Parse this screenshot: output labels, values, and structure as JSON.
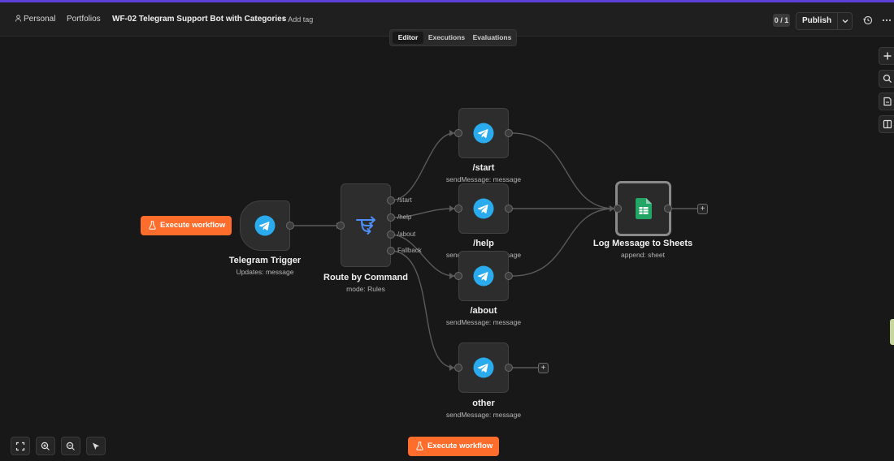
{
  "header": {
    "project": "Personal",
    "folder": "Portfolios",
    "workflow_name": "WF-02 Telegram Support Bot with Categories",
    "add_tag": "+ Add tag",
    "version_badge": "0 / 1",
    "publish_label": "Publish"
  },
  "tabs": [
    "Editor",
    "Executions",
    "Evaluations"
  ],
  "active_tab": "Editor",
  "nodes": {
    "trigger": {
      "title": "Telegram Trigger",
      "subtitle": "Updates: message",
      "icon": "telegram-icon"
    },
    "router": {
      "title": "Route by Command",
      "subtitle": "mode: Rules",
      "icon": "switch-route-icon",
      "outputs": [
        "/start",
        "/help",
        "/about",
        "Fallback"
      ]
    },
    "start": {
      "title": "/start",
      "subtitle": "sendMessage: message",
      "icon": "telegram-icon"
    },
    "help": {
      "title": "/help",
      "subtitle": "sendMessage: message",
      "icon": "telegram-icon"
    },
    "about": {
      "title": "/about",
      "subtitle": "sendMessage: message",
      "icon": "telegram-icon"
    },
    "other": {
      "title": "other",
      "subtitle": "sendMessage: message",
      "icon": "telegram-icon"
    },
    "sheets": {
      "title": "Log Message to Sheets",
      "subtitle": "append: sheet",
      "icon": "google-sheets-icon"
    }
  },
  "buttons": {
    "execute_workflow": "Execute workflow",
    "execute_workflow_bottom": "Execute workflow",
    "add_node": "+"
  },
  "colors": {
    "accent_orange": "#ff6d2d",
    "telegram_blue": "#2aabee",
    "sheets_green": "#23a566",
    "top_strip": "#5b3fd6"
  }
}
